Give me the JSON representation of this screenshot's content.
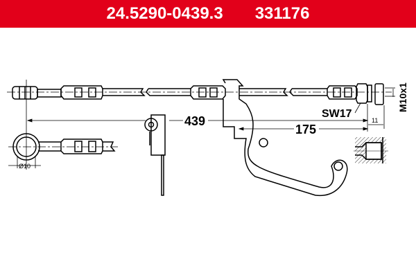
{
  "header": {
    "part_number": "24.5290-0439.3",
    "reference_number": "331176",
    "background_color": "#e2001a"
  },
  "drawing": {
    "dimensions": {
      "overall_length": "439",
      "bracket_offset": "175",
      "thread_length": "11",
      "thread": "M10x1",
      "wrench_size": "SW17",
      "banjo_diameter": "Ø10"
    }
  }
}
